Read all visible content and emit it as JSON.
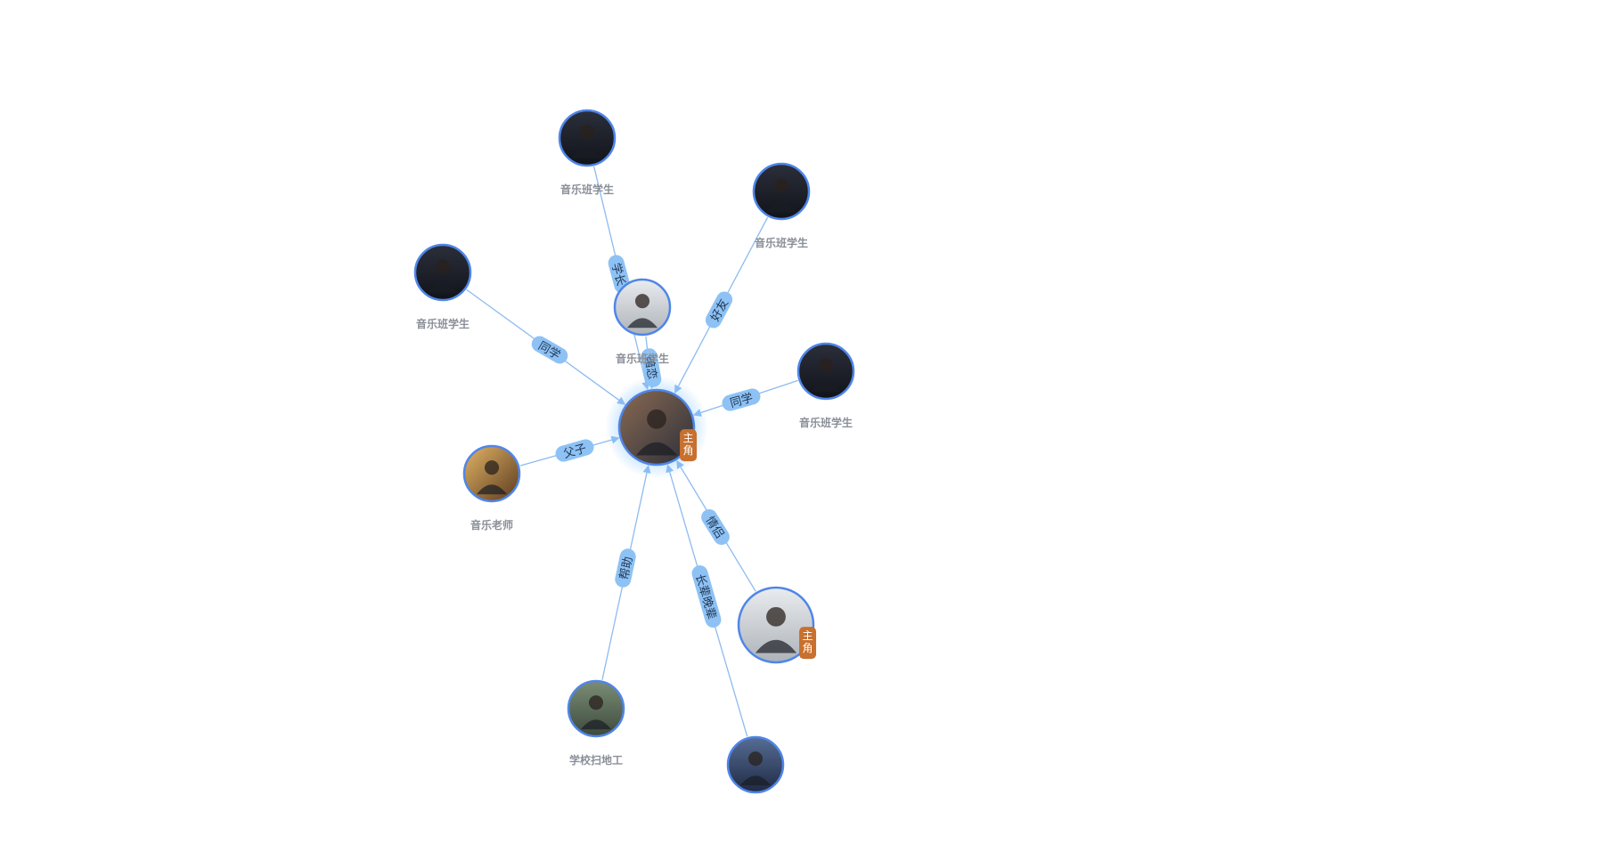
{
  "graph": {
    "center": {
      "id": "center",
      "role_badge": "主角",
      "label": ""
    },
    "nodes": [
      {
        "id": "n_top",
        "label": "音乐班学生",
        "badge": ""
      },
      {
        "id": "n_topright",
        "label": "音乐班学生",
        "badge": ""
      },
      {
        "id": "n_left",
        "label": "音乐班学生",
        "badge": ""
      },
      {
        "id": "n_mid",
        "label": "音乐班学生",
        "badge": ""
      },
      {
        "id": "n_right",
        "label": "音乐班学生",
        "badge": ""
      },
      {
        "id": "n_teacher",
        "label": "音乐老师",
        "badge": ""
      },
      {
        "id": "n_girl",
        "label": "",
        "badge": "主角"
      },
      {
        "id": "n_janitor",
        "label": "学校扫地工",
        "badge": ""
      },
      {
        "id": "n_bottom",
        "label": "",
        "badge": ""
      }
    ],
    "edges": [
      {
        "target": "n_top",
        "label": "学长"
      },
      {
        "target": "n_topright",
        "label": "好友"
      },
      {
        "target": "n_left",
        "label": "同学"
      },
      {
        "target": "n_mid",
        "label": "暗恋"
      },
      {
        "target": "n_right",
        "label": "同学"
      },
      {
        "target": "n_teacher",
        "label": "父子"
      },
      {
        "target": "n_girl",
        "label": "情侣"
      },
      {
        "target": "n_janitor",
        "label": "帮助"
      },
      {
        "target": "n_bottom",
        "label": "长辈晚辈"
      }
    ],
    "colors": {
      "edge": "#8dbbf0",
      "edge_label_bg": "#8ec2f5",
      "node_border": "#4f86e8",
      "badge": "#c8702e",
      "glow": "#7fc4ff"
    }
  }
}
